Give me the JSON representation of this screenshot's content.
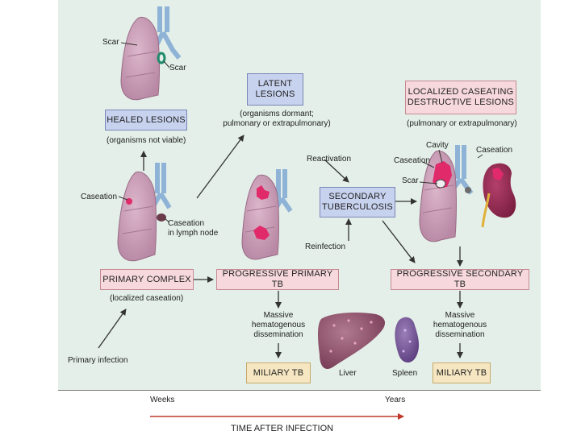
{
  "boxes": {
    "healed_lesions": "HEALED LESIONS",
    "latent_lesions": "LATENT\nLESIONS",
    "localized_caseating": "LOCALIZED CASEATING\nDESTRUCTIVE LESIONS",
    "secondary_tb": "SECONDARY\nTUBERCULOSIS",
    "primary_complex": "PRIMARY COMPLEX",
    "progressive_primary": "PROGRESSIVE PRIMARY TB",
    "progressive_secondary": "PROGRESSIVE SECONDARY TB",
    "miliary_left": "MILIARY TB",
    "miliary_right": "MILIARY TB"
  },
  "labels": {
    "scar_top": "Scar",
    "scar_hilar": "Scar",
    "organisms_not_viable": "(organisms not viable)",
    "organisms_dormant": "(organisms dormant;\npulmonary or extrapulmonary)",
    "pulm_extrapulm": "(pulmonary or extrapulmonary)",
    "caseation_left": "Caseation",
    "caseation_lymph": "Caseation\nin lymph node",
    "reactivation": "Reactivation",
    "reinfection": "Reinfection",
    "cavity": "Cavity",
    "caseation_right_lung": "Caseation",
    "scar_right": "Scar",
    "caseation_kidney": "Caseation",
    "localized_caseation": "(localized caseation)",
    "primary_infection": "Primary infection",
    "massive_left": "Massive\nhematogenous\ndissemination",
    "massive_right": "Massive\nhematogenous\ndissemination",
    "liver": "Liver",
    "spleen": "Spleen"
  },
  "timeline": {
    "weeks": "Weeks",
    "years": "Years",
    "title": "TIME AFTER INFECTION"
  },
  "colors": {
    "panel": "#e3efe8",
    "lung": "#c99ab5",
    "caseation": "#e02a6a",
    "airway": "#b8d4ea",
    "arrow": "#333333"
  }
}
